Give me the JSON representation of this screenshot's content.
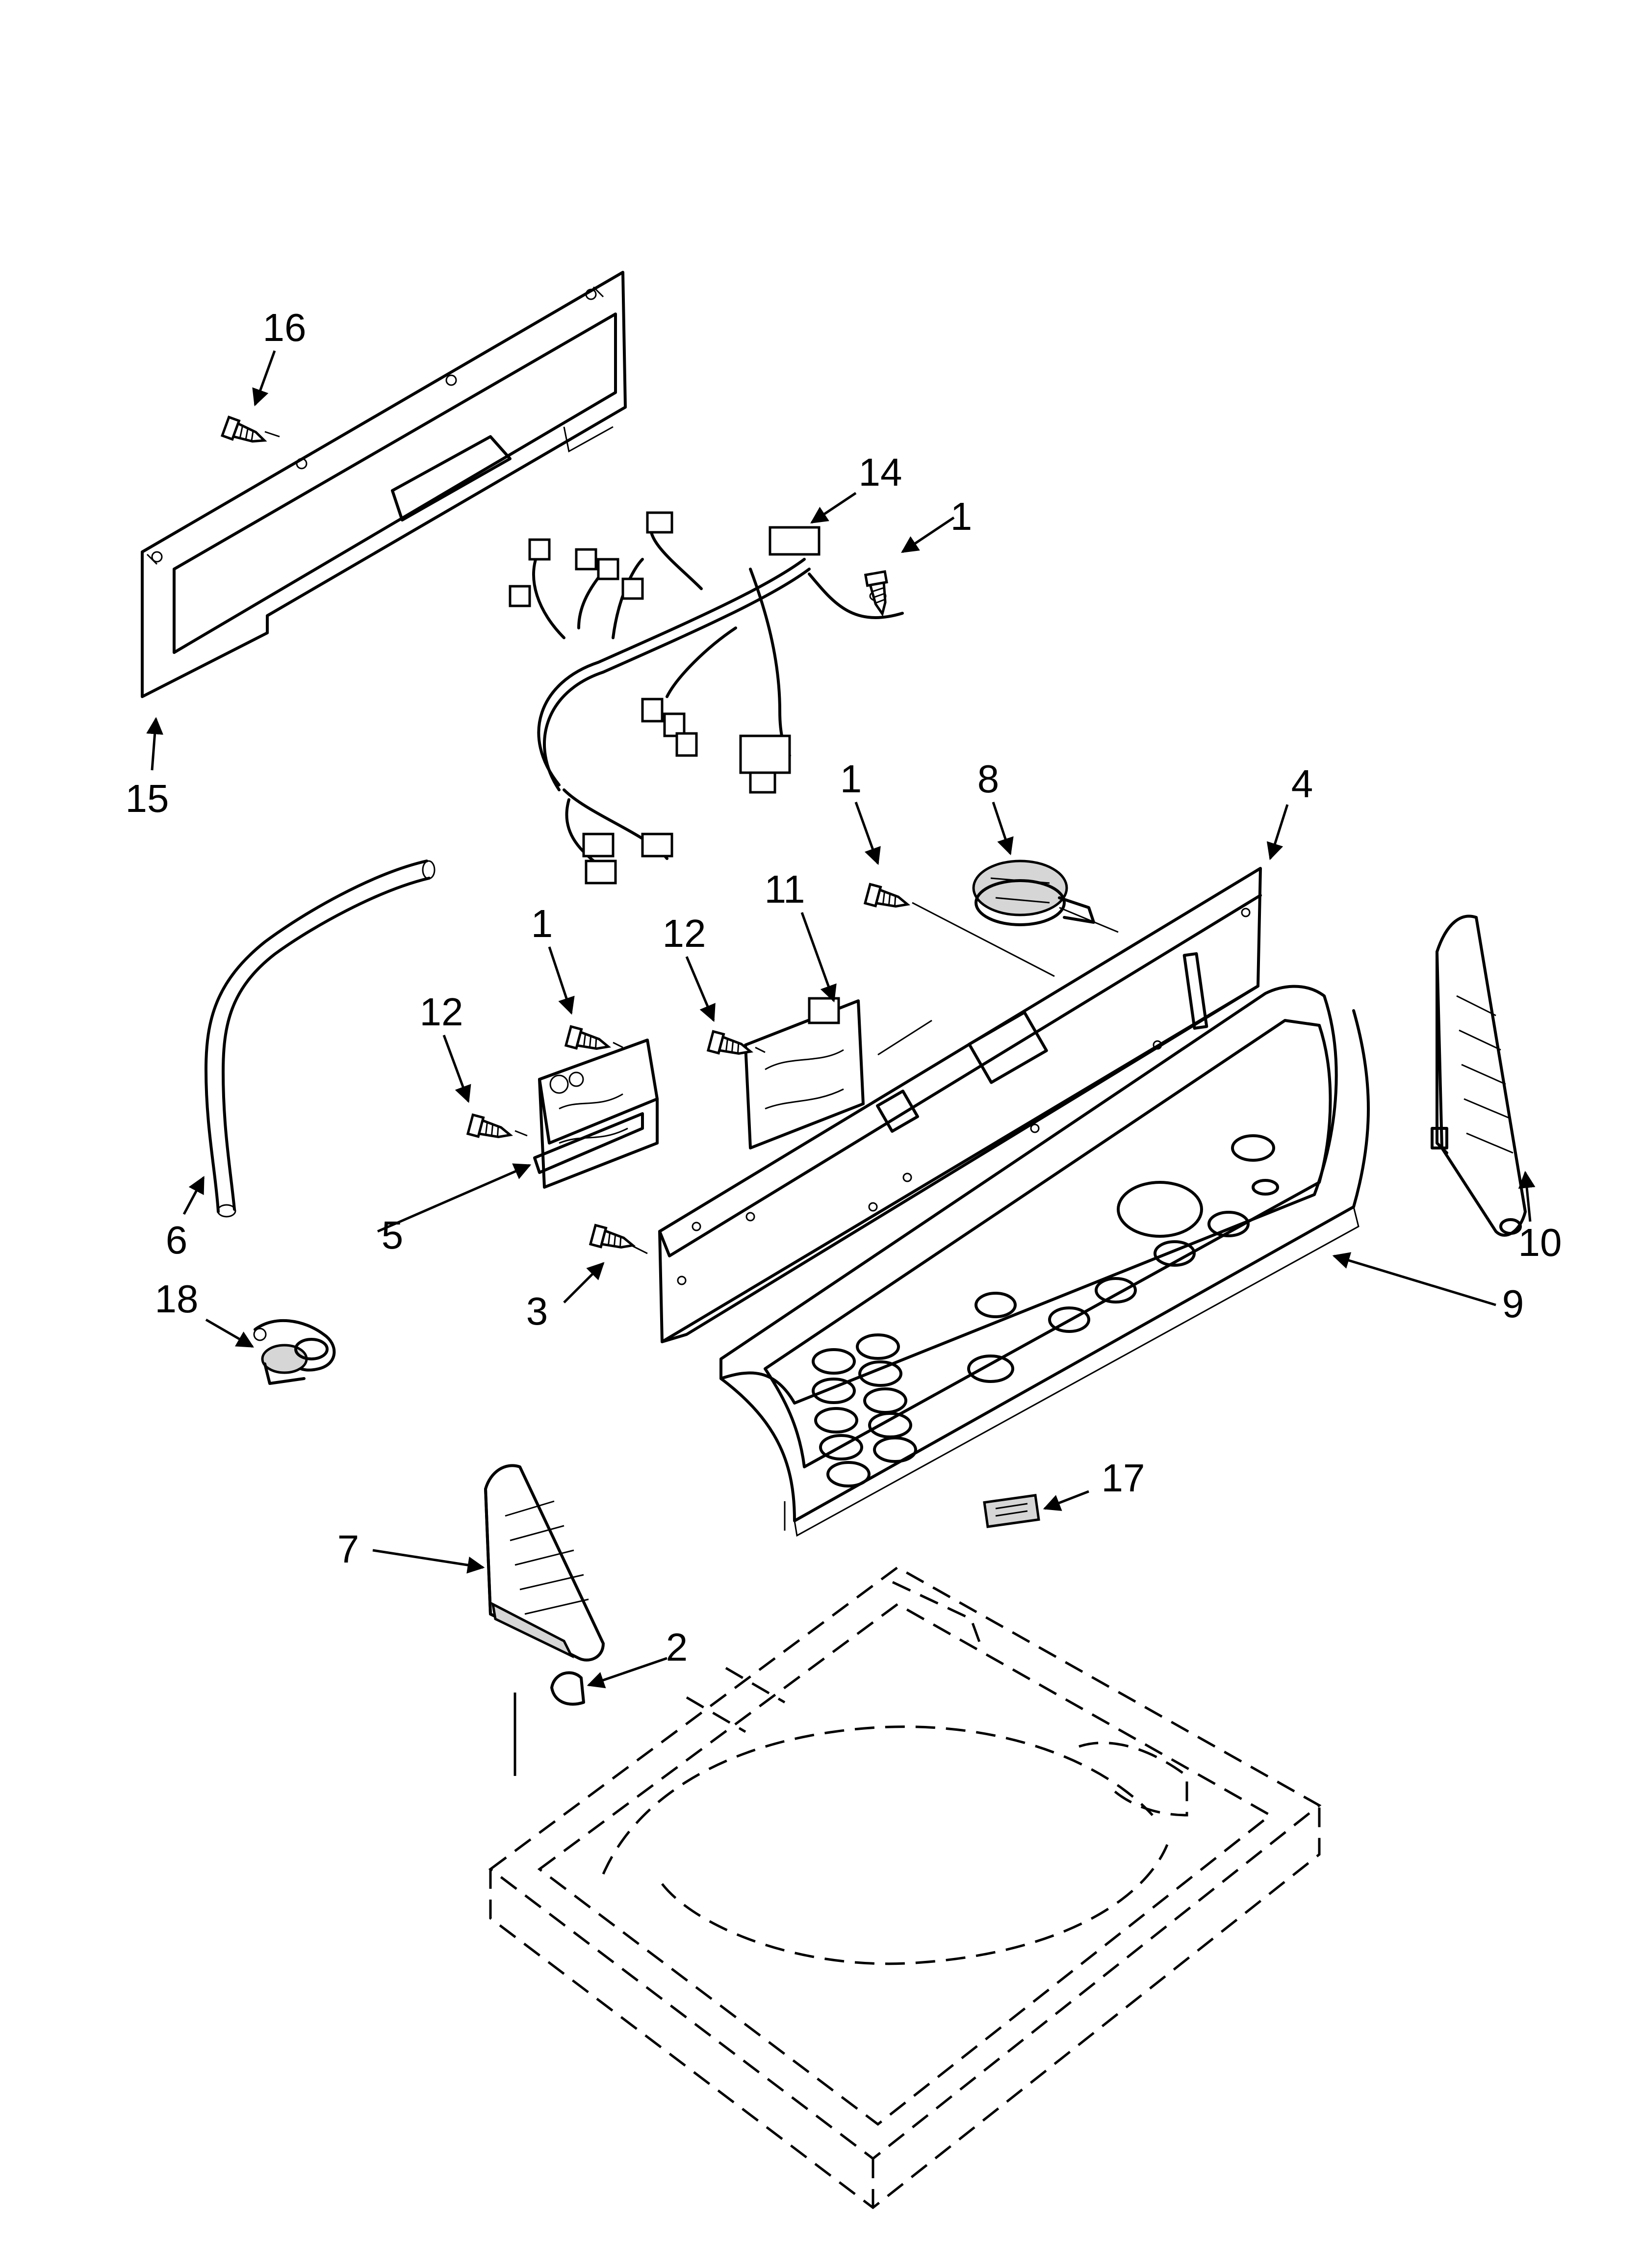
{
  "callouts": {
    "c1a": "1",
    "c1b": "1",
    "c1c": "1",
    "c2": "2",
    "c3": "3",
    "c4": "4",
    "c5": "5",
    "c6": "6",
    "c7": "7",
    "c8": "8",
    "c9": "9",
    "c10": "10",
    "c11": "11",
    "c12a": "12",
    "c12b": "12",
    "c14": "14",
    "c15": "15",
    "c16": "16",
    "c17": "17",
    "c18": "18"
  }
}
